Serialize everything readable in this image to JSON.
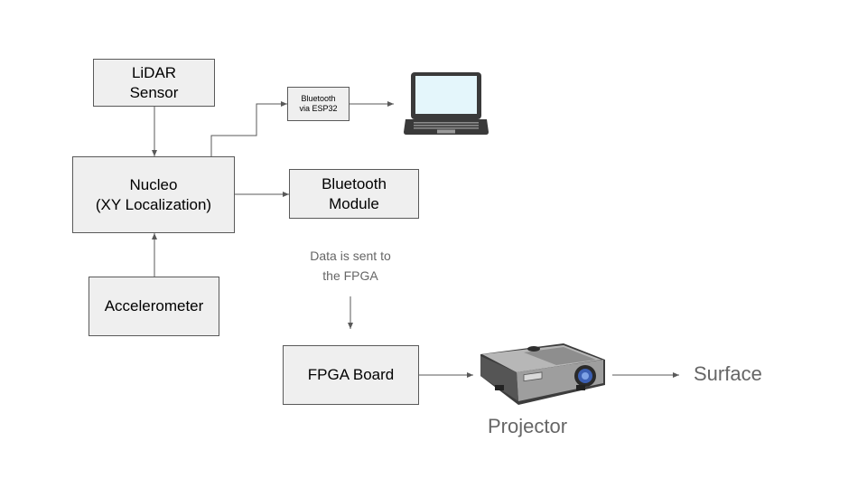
{
  "diagram": {
    "nodes": {
      "lidar": "LiDAR\nSensor",
      "nucleo": "Nucleo\n(XY Localization)",
      "accelerometer": "Accelerometer",
      "bt_esp32": "Bluetooth\nvia ESP32",
      "bt_module": "Bluetooth\nModule",
      "fpga": "FPGA Board"
    },
    "annotations": {
      "data_note": "Data is sent to\nthe FPGA"
    },
    "labels": {
      "projector": "Projector",
      "surface": "Surface"
    },
    "icons": [
      "laptop-icon",
      "projector-icon"
    ],
    "colors": {
      "box_fill": "#efefef",
      "box_border": "#595959",
      "line": "#595959",
      "label_text": "#666666"
    }
  }
}
